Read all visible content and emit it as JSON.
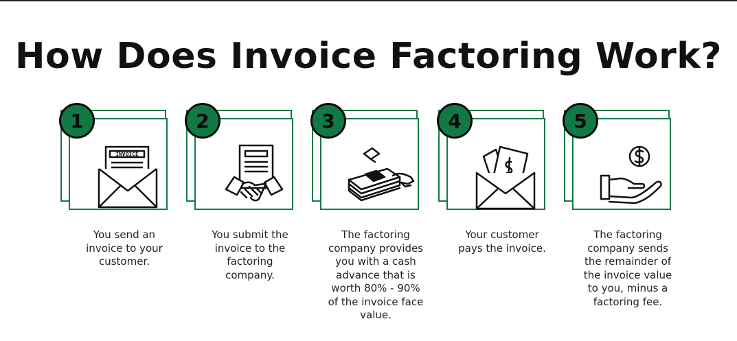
{
  "title": "How Does Invoice Factoring Work?",
  "colors": {
    "accent": "#117a44",
    "frame": "#137a45",
    "ink": "#111111"
  },
  "steps": [
    {
      "number": "1",
      "icon": "invoice-envelope-icon",
      "icon_label": "INVOICE",
      "caption_lines": [
        "You send an",
        "invoice to your",
        "customer."
      ]
    },
    {
      "number": "2",
      "icon": "handshake-document-icon",
      "caption_lines": [
        "You submit the",
        "invoice to the",
        "factoring",
        "company."
      ]
    },
    {
      "number": "3",
      "icon": "cash-stack-hand-icon",
      "caption_lines": [
        "The factoring",
        "company provides",
        "you with a cash",
        "advance that is",
        "worth 80% - 90%",
        "of the invoice face",
        "value."
      ]
    },
    {
      "number": "4",
      "icon": "money-envelope-icon",
      "caption_lines": [
        "Your customer",
        "pays the invoice."
      ]
    },
    {
      "number": "5",
      "icon": "dollar-coin-hand-icon",
      "caption_lines": [
        "The factoring",
        "company sends",
        "the remainder of",
        "the invoice value",
        "to you, minus a",
        "factoring fee."
      ]
    }
  ]
}
